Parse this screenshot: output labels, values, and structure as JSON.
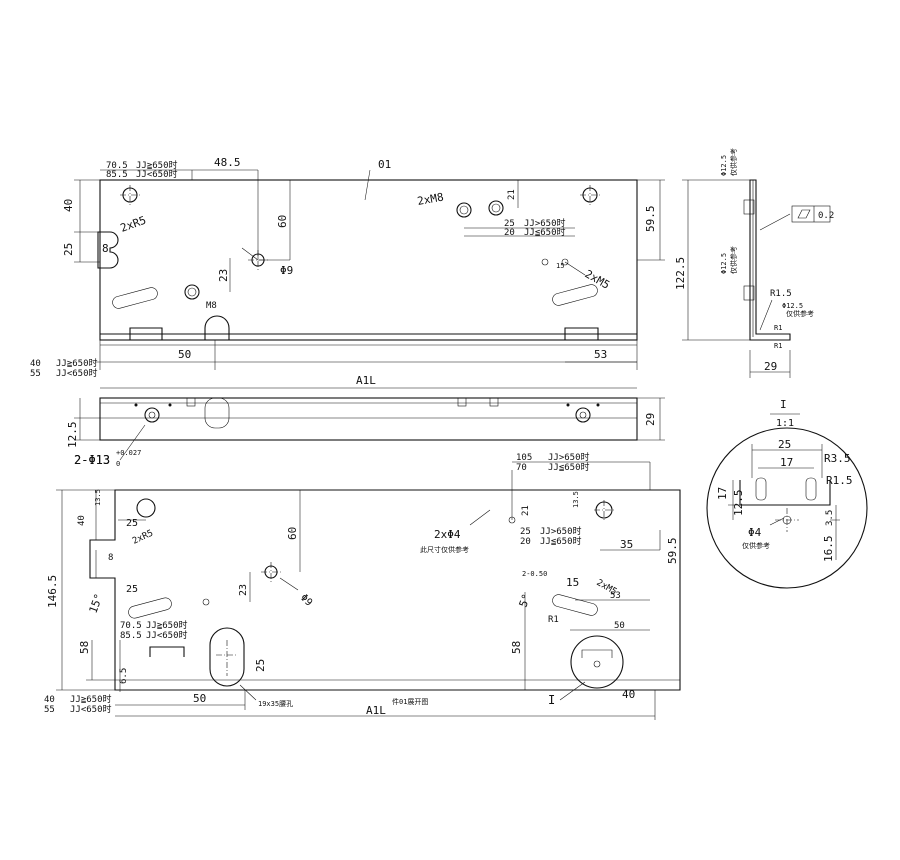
{
  "top_view": {
    "part_no": "01",
    "dim_70_5": "70.5",
    "dim_85_5": "85.5",
    "cond_ge": "JJ≧650时",
    "cond_lt": "JJ<650时",
    "dim_48_5": "48.5",
    "dim_40": "40",
    "dim_25": "25",
    "dim_8": "8",
    "r5": "2xR5",
    "dim_60": "60",
    "dim_23": "23",
    "phi9": "Φ9",
    "m8": "M8",
    "two_m8": "2xM8",
    "dim_21": "21",
    "dim_25b": "25",
    "dim_20": "20",
    "cond_gt": "JJ>650时",
    "cond_le": "JJ≦650时",
    "dim_59_5": "59.5",
    "dim_15": "15",
    "two_m5": "2xM5",
    "dim_50": "50",
    "dim_53": "53",
    "dim_40b": "40",
    "dim_55": "55",
    "a1l": "A1L"
  },
  "front_view": {
    "dim_12_5": "12.5",
    "dim_29": "29",
    "hole_spec": "2-Φ13",
    "tol_upper": "+0.027",
    "tol_lower": "0"
  },
  "side_view": {
    "phi12_5": "Φ12.5",
    "ref_only": "仅供参考",
    "dim_122_5": "122.5",
    "flatness_value": "0.2",
    "r1_5": "R1.5",
    "r1": "R1",
    "dim_29": "29"
  },
  "detail": {
    "label": "I",
    "scale": "1:1",
    "dim_25": "25",
    "dim_17": "17",
    "dim_12_5": "12.5",
    "r3_5": "R3.5",
    "r1_5": "R1.5",
    "dim_3_5": "3.5",
    "dim_16_5": "16.5",
    "phi4": "Φ4",
    "ref_only": "仅供参考"
  },
  "flat_view": {
    "hole_spec": "2-Φ13",
    "dim_146_5": "146.5",
    "dim_40": "40",
    "dim_13_5": "13.5",
    "dim_25": "25",
    "dim_8": "8",
    "r5": "2xR5",
    "dim_60": "60",
    "dim_23": "23",
    "phi9": "Φ9",
    "dim_15deg": "15°",
    "dim_58": "58",
    "dim_6_5": "6.5",
    "dim_70_5": "70.5",
    "dim_85_5": "85.5",
    "dim_50": "50",
    "slot": "19x35腰孔",
    "dim_40b": "40",
    "dim_55": "55",
    "a1l": "A1L",
    "caption": "件01展开图",
    "dim_105": "105",
    "dim_70": "70",
    "dim_21": "21",
    "dim_13_5b": "13.5",
    "two_phi4": "2xΦ4",
    "ref_note": "此尺寸仅供参考",
    "dim_25b": "25",
    "dim_20": "20",
    "dim_35": "35",
    "dim_59_5": "59.5",
    "dim_15b": "15",
    "two_m5": "2xM5",
    "small_dim": "2-0.50",
    "dim_5deg": "5°",
    "r1": "R1",
    "dim_53": "53",
    "dim_50b": "50",
    "dim_58b": "58",
    "detail_ref": "I",
    "dim_40c": "40",
    "cond_ge": "JJ≧650时",
    "cond_lt": "JJ<650时",
    "cond_gt": "JJ>650时",
    "cond_le": "JJ≦650时"
  }
}
